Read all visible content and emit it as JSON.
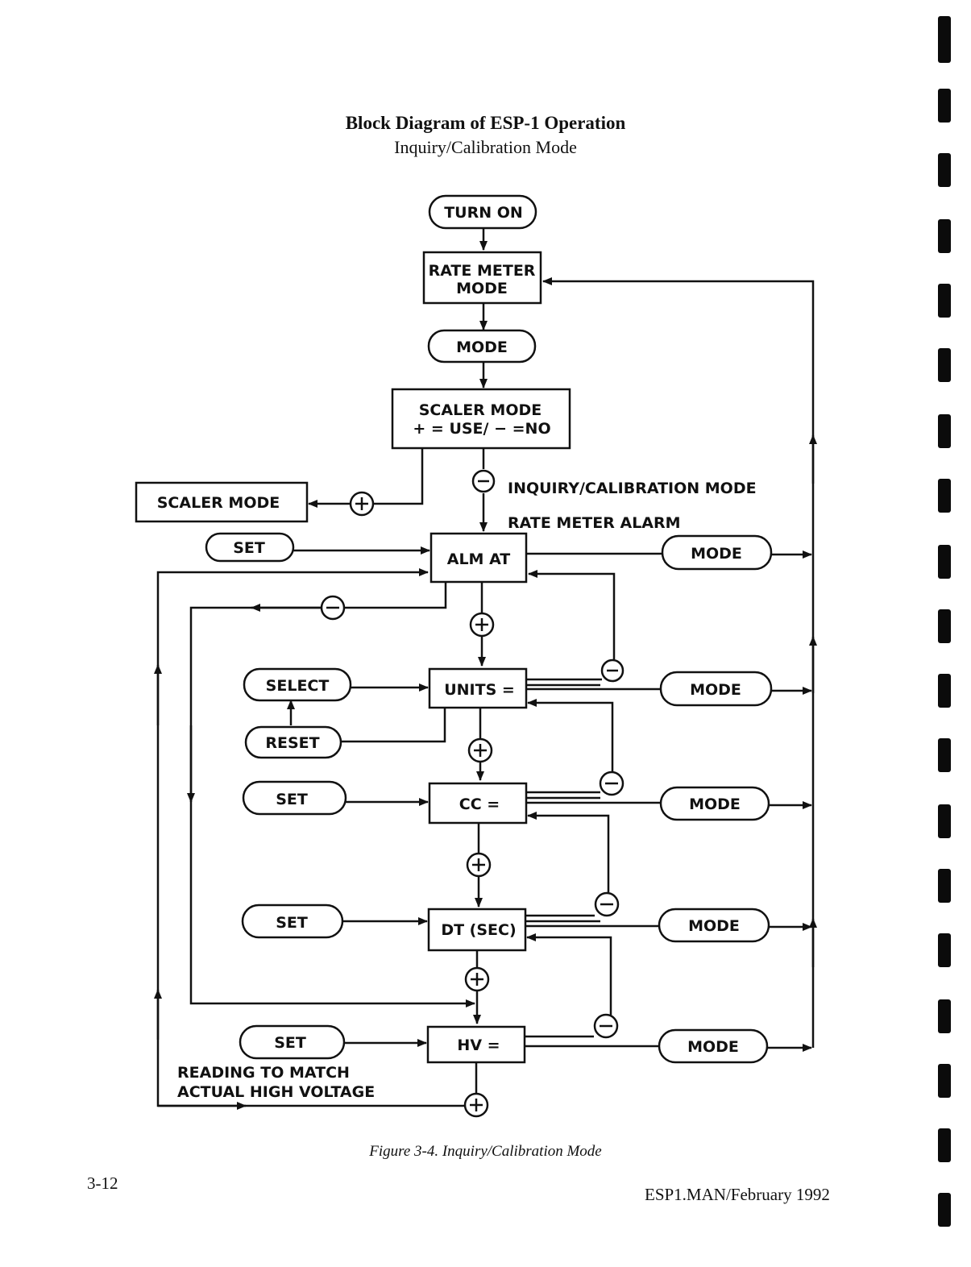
{
  "header": {
    "title": "Block Diagram of ESP-1 Operation",
    "subtitle": "Inquiry/Calibration Mode"
  },
  "nodes": {
    "turn_on": "TURN ON",
    "rate_meter_mode_1": "RATE METER",
    "rate_meter_mode_2": "MODE",
    "mode_top": "MODE",
    "scaler_decision_1": "SCALER MODE",
    "scaler_decision_2": "+  =  USE/ −   =NO",
    "scaler_mode": "SCALER MODE",
    "alm_at": "ALM AT",
    "units": "UNITS =",
    "cc": "CC =",
    "dt": "DT (SEC)",
    "hv": "HV =",
    "set_alm": "SET",
    "select": "SELECT",
    "reset": "RESET",
    "set_cc": "SET",
    "set_dt": "SET",
    "set_hv": "SET",
    "mode_alm": "MODE",
    "mode_units": "MODE",
    "mode_cc": "MODE",
    "mode_dt": "MODE",
    "mode_hv": "MODE"
  },
  "labels": {
    "inquiry_mode": "INQUIRY/CALIBRATION MODE",
    "rate_meter_alarm": "RATE METER ALARM",
    "reading_match_1": "READING TO MATCH",
    "reading_match_2": "ACTUAL HIGH VOLTAGE"
  },
  "footer": {
    "caption": "Figure 3-4. Inquiry/Calibration Mode",
    "page_number": "3-12",
    "doc_ref": "ESP1.MAN/February 1992"
  }
}
